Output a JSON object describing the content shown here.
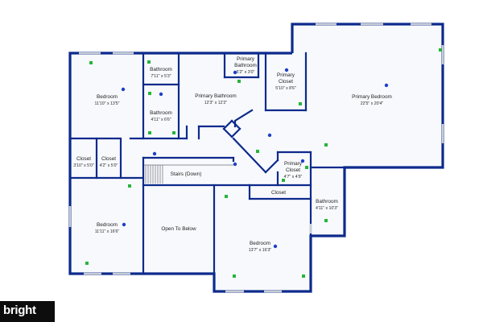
{
  "rooms": [
    {
      "id": "bedroom-nw",
      "name": "Bedroom",
      "dims": "11'10\" x 13'5\""
    },
    {
      "id": "bathroom-1",
      "name": "Bathroom",
      "dims": "7'11\" x 5'3\""
    },
    {
      "id": "bathroom-2",
      "name": "Bathroom",
      "dims": "4'11\" x 6'6\""
    },
    {
      "id": "primary-bathroom",
      "name": "Primary Bathroom",
      "dims": "12'3\" x 12'2\""
    },
    {
      "id": "primary-bathroom-small",
      "name": "Primary Bathroom",
      "dims": "5'2\" x 3'0\""
    },
    {
      "id": "primary-closet-1",
      "name": "Primary Closet",
      "dims": "5'10\" x 8'6\""
    },
    {
      "id": "primary-bedroom",
      "name": "Primary Bedroom",
      "dims": "22'5\" x 20'4\""
    },
    {
      "id": "closet-1",
      "name": "Closet",
      "dims": "3'10\" x 5'0\""
    },
    {
      "id": "closet-2",
      "name": "Closet",
      "dims": "4'2\" x 5'0\""
    },
    {
      "id": "stairs",
      "name": "Stairs (Down)",
      "dims": ""
    },
    {
      "id": "primary-closet-2",
      "name": "Primary Closet",
      "dims": "4'7\" x 4'9\""
    },
    {
      "id": "closet-3",
      "name": "Closet",
      "dims": ""
    },
    {
      "id": "bathroom-3",
      "name": "Bathroom",
      "dims": "4'11\" x 10'3\""
    },
    {
      "id": "bedroom-sw",
      "name": "Bedroom",
      "dims": "11'11\" x 16'6\""
    },
    {
      "id": "open-to-below",
      "name": "Open To Below",
      "dims": ""
    },
    {
      "id": "bedroom-s",
      "name": "Bedroom",
      "dims": "13'7\" x 16'3\""
    }
  ],
  "colors": {
    "wall": "#0d2a8c",
    "floor": "#f7f9fc",
    "marker_blue": "#1e3fc8",
    "marker_green": "#27b43c"
  },
  "watermark": {
    "text": "bright"
  }
}
